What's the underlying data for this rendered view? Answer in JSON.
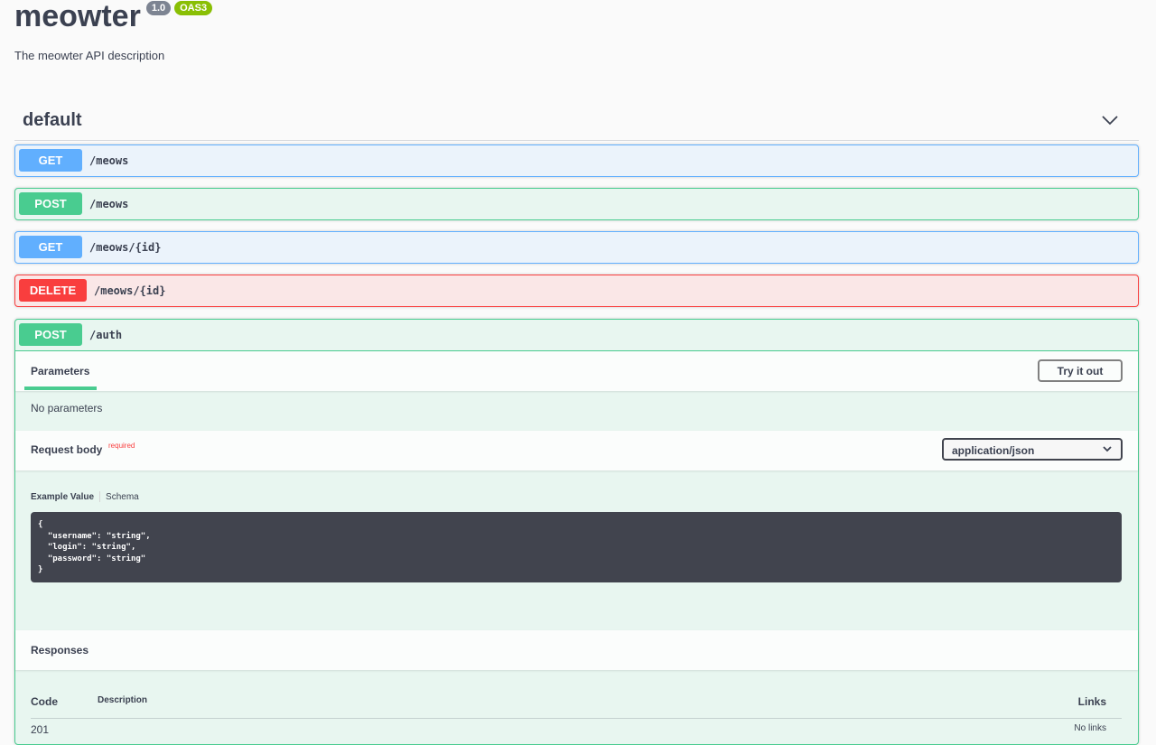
{
  "info": {
    "title": "meowter",
    "version": "1.0",
    "oas": "OAS3",
    "description": "The meowter API description"
  },
  "tag": {
    "name": "default",
    "chevron_icon": "chevron-down-icon"
  },
  "operations": [
    {
      "method": "GET",
      "path": "/meows"
    },
    {
      "method": "POST",
      "path": "/meows"
    },
    {
      "method": "GET",
      "path": "/meows/{id}"
    },
    {
      "method": "DELETE",
      "path": "/meows/{id}"
    }
  ],
  "expanded": {
    "method": "POST",
    "path": "/auth",
    "parameters_tab": "Parameters",
    "try_button": "Try it out",
    "no_parameters": "No parameters",
    "request_body": {
      "title": "Request body",
      "required_label": "required",
      "content_type": "application/json",
      "example_tab": "Example Value",
      "schema_tab": "Schema",
      "example": "{\n  \"username\": \"string\",\n  \"login\": \"string\",\n  \"password\": \"string\"\n}"
    },
    "responses": {
      "title": "Responses",
      "columns": {
        "code": "Code",
        "description": "Description",
        "links": "Links"
      },
      "first_row": {
        "code": "201",
        "links": "No links"
      }
    }
  },
  "colors": {
    "get": "#61affe",
    "post": "#49cc90",
    "delete": "#f93e3e",
    "version_badge": "#7d8492",
    "oas_badge": "#89bf04"
  }
}
